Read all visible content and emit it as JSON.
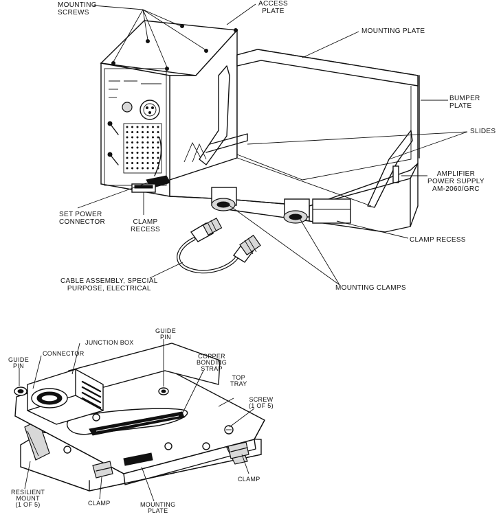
{
  "top_figure": {
    "labels": {
      "mounting_screws": [
        "MOUNTING",
        "SCREWS"
      ],
      "access_plate": [
        "ACCESS",
        "PLATE"
      ],
      "mounting_plate": [
        "MOUNTING PLATE"
      ],
      "bumper_plate": [
        "BUMPER",
        "PLATE"
      ],
      "slides": [
        "SLIDES"
      ],
      "amplifier": [
        "AMPLIFIER",
        "POWER SUPPLY",
        "AM-2060/GRC"
      ],
      "set_power_connector": [
        "SET POWER",
        "CONNECTOR"
      ],
      "clamp_recess_front": [
        "CLAMP",
        "RECESS"
      ],
      "clamp_recess_right": [
        "CLAMP RECESS"
      ],
      "cable_assembly": [
        "CABLE ASSEMBLY, SPECIAL",
        "PURPOSE, ELECTRICAL"
      ],
      "mounting_clamps": [
        "MOUNTING CLAMPS"
      ]
    }
  },
  "bottom_figure": {
    "labels": {
      "guide_pin_left": [
        "GUIDE",
        "PIN"
      ],
      "connector": [
        "CONNECTOR"
      ],
      "junction_box": [
        "JUNCTION BOX"
      ],
      "guide_pin_top": [
        "GUIDE",
        "PIN"
      ],
      "copper_bonding_strap": [
        "COPPER",
        "BONDING",
        "STRAP"
      ],
      "top_tray": [
        "TOP",
        "TRAY"
      ],
      "screw": [
        "SCREW",
        "(1 OF 5)"
      ],
      "resilient_mount": [
        "RESILIENT",
        "MOUNT",
        "(1 OF 5)"
      ],
      "clamp_bottom_left": [
        "CLAMP"
      ],
      "mounting_plate": [
        "MOUNTING",
        "PLATE"
      ],
      "clamp_right": [
        "CLAMP"
      ]
    }
  }
}
